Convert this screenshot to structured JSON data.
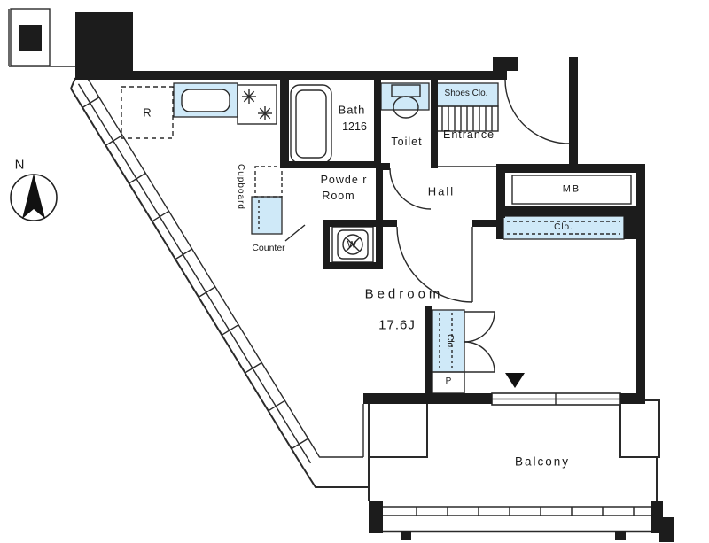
{
  "compass": {
    "north": "N"
  },
  "labels": {
    "fridge": "R",
    "bath_line1": "Bath",
    "bath_line2": "1216",
    "toilet": "Toilet",
    "shoes_closet": "Shoes Clo.",
    "entrance": "Entrance",
    "meter_box": "MB",
    "closet_upper": "Clo.",
    "cupboard": "Cupboard",
    "powder_line1": "Powde r",
    "powder_line2": "Room",
    "counter": "Counter",
    "washer": "W",
    "hall": "Hall",
    "bedroom": "Bedroom",
    "bedroom_size": "17.6J",
    "closet_lower": "Clo.",
    "pipe_shaft": "P",
    "balcony": "Balcony"
  },
  "icons": {
    "north_arrow": "filled-compass-triangle",
    "direction_marker": "▼",
    "refrigerator": "dashed-square",
    "sink": "rounded-basin",
    "stove": "burner-asterisks",
    "bathtub": "double-rounded-rect",
    "toilet": "tank-and-bowl",
    "washing_machine": "square-circle-cross",
    "shoes_shelf": "vertical-hatch"
  },
  "colors": {
    "wall": "#1c1c1c",
    "line": "#2a2a2a",
    "highlight": "#cfe9f8"
  }
}
